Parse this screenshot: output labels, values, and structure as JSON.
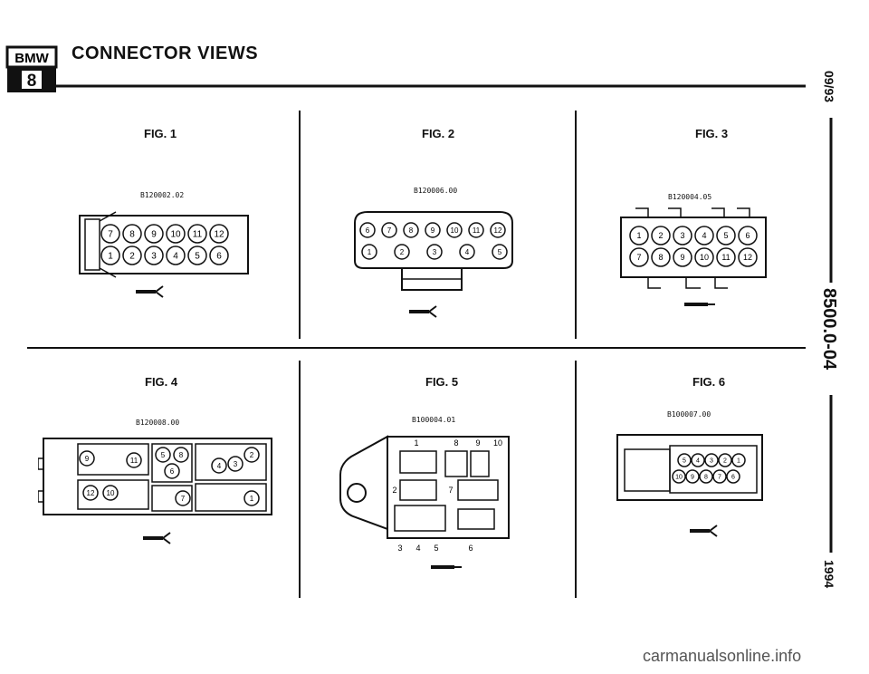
{
  "header": {
    "brand_top": "BMW",
    "brand_bottom": "8",
    "title": "CONNECTOR VIEWS"
  },
  "side": {
    "date": "09/93",
    "page": "8500.0-04",
    "year": "1994"
  },
  "figures": [
    {
      "label": "FIG. 1",
      "code": "B120002.02",
      "rows": [
        [
          "7",
          "8",
          "9",
          "10",
          "11",
          "12"
        ],
        [
          "1",
          "2",
          "3",
          "4",
          "5",
          "6"
        ]
      ]
    },
    {
      "label": "FIG. 2",
      "code": "B120006.00",
      "rows": [
        [
          "6",
          "7",
          "8",
          "9",
          "10",
          "11",
          "12"
        ],
        [
          "1",
          "2",
          "3",
          "4",
          "5"
        ]
      ]
    },
    {
      "label": "FIG. 3",
      "code": "B120004.05",
      "rows": [
        [
          "1",
          "2",
          "3",
          "4",
          "5",
          "6"
        ],
        [
          "7",
          "8",
          "9",
          "10",
          "11",
          "12"
        ]
      ]
    },
    {
      "label": "FIG. 4",
      "code": "B120008.00",
      "pins": [
        "9",
        "11",
        "5",
        "8",
        "6",
        "2",
        "3",
        "4",
        "12",
        "10",
        "7",
        "1"
      ]
    },
    {
      "label": "FIG. 5",
      "code": "B100004.01",
      "pins": [
        "1",
        "8",
        "9",
        "10",
        "2",
        "7",
        "3",
        "4",
        "5",
        "6"
      ]
    },
    {
      "label": "FIG. 6",
      "code": "B100007.00",
      "rows": [
        [
          "5",
          "4",
          "3",
          "2",
          "1"
        ],
        [
          "10",
          "9",
          "8",
          "7",
          "6"
        ]
      ]
    }
  ],
  "footer": {
    "watermark": "carmanualsonline.info"
  }
}
